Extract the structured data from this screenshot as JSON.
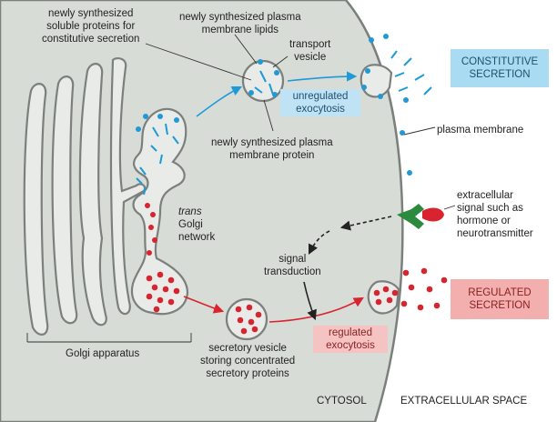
{
  "colors": {
    "cytosol": "#d8dcd7",
    "organelle_fill": "#e9ebe8",
    "outline": "#7b807c",
    "blue_cargo": "#1e9ad6",
    "red_cargo": "#d9232e",
    "receptor": "#2b8a3e",
    "unregulated_box": "#bfe3f4",
    "regulated_box": "#f6c3c3",
    "constitutive_box": "#a9dcf2",
    "regulated_secretion_box": "#f3aeae"
  },
  "labels": {
    "soluble_proteins": [
      "newly synthesized",
      "soluble proteins for",
      "constitutive secretion"
    ],
    "membrane_lipids": [
      "newly synthesized plasma",
      "membrane lipids"
    ],
    "transport_vesicle": [
      "transport",
      "vesicle"
    ],
    "membrane_protein": [
      "newly synthesized plasma",
      "membrane protein"
    ],
    "trans_golgi": [
      "trans",
      "Golgi",
      "network"
    ],
    "signal_transduction": [
      "signal",
      "transduction"
    ],
    "secretory_vesicle": [
      "secretory vesicle",
      "storing concentrated",
      "secretory proteins"
    ],
    "golgi_apparatus": "Golgi apparatus",
    "plasma_membrane": "plasma membrane",
    "extracellular_signal": [
      "extracellular",
      "signal such as",
      "hormone or",
      "neurotransmitter"
    ],
    "cytosol": "CYTOSOL",
    "extracellular_space": "EXTRACELLULAR SPACE"
  },
  "boxes": {
    "unregulated": [
      "unregulated",
      "exocytosis"
    ],
    "regulated": [
      "regulated",
      "exocytosis"
    ],
    "constitutive": [
      "CONSTITUTIVE",
      "SECRETION"
    ],
    "regulated_secretion": [
      "REGULATED",
      "SECRETION"
    ]
  }
}
